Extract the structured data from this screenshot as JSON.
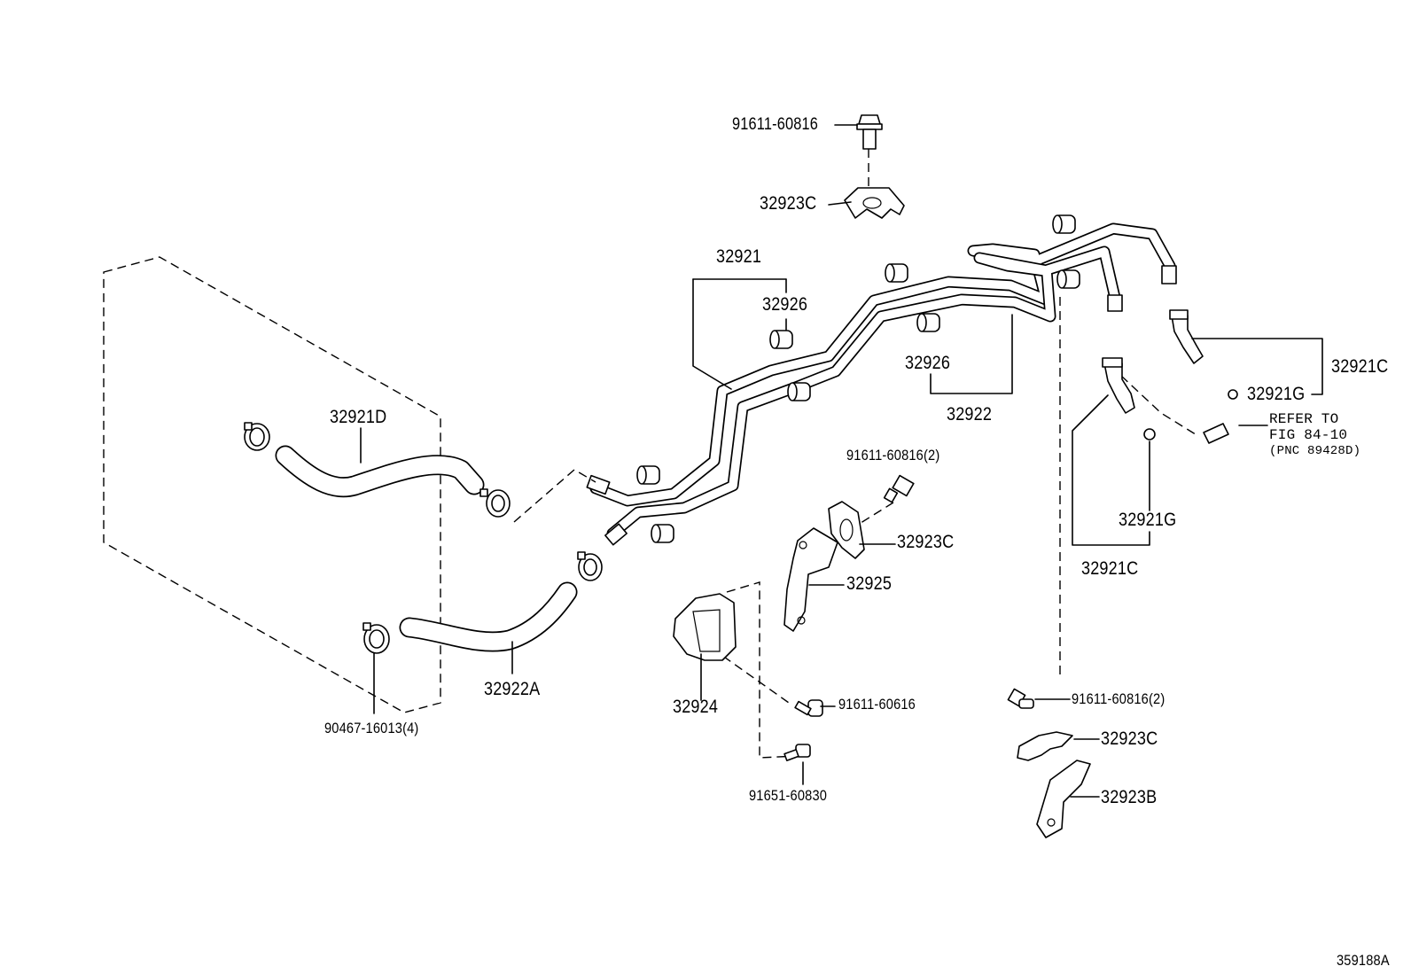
{
  "labels": {
    "bolt_top": "91611-60816",
    "clamp_top": "32923C",
    "tube_main": "32921",
    "grommet_upper": "32926",
    "grommet_mid": "32926",
    "tube_second": "32922",
    "hose_upper": "32921D",
    "hose_lower": "32922A",
    "clip_hose": "90467-16013(4)",
    "bolt_mid": "91611-60816(2)",
    "clamp_mid": "32923C",
    "bracket_mid": "32925",
    "bracket_low": "32924",
    "bolt_616": "91611-60616",
    "bolt_830": "91651-60830",
    "fitting_right": "32921C",
    "oring_right": "32921G",
    "refer_line1": "REFER TO",
    "refer_line2": "FIG 84-10",
    "refer_line3": "(PNC 89428D)",
    "oring_center": "32921G",
    "fitting_center": "32921C",
    "bolt_right": "91611-60816(2)",
    "clamp_right": "32923C",
    "bracket_right": "32923B",
    "figure_id": "359188A"
  }
}
